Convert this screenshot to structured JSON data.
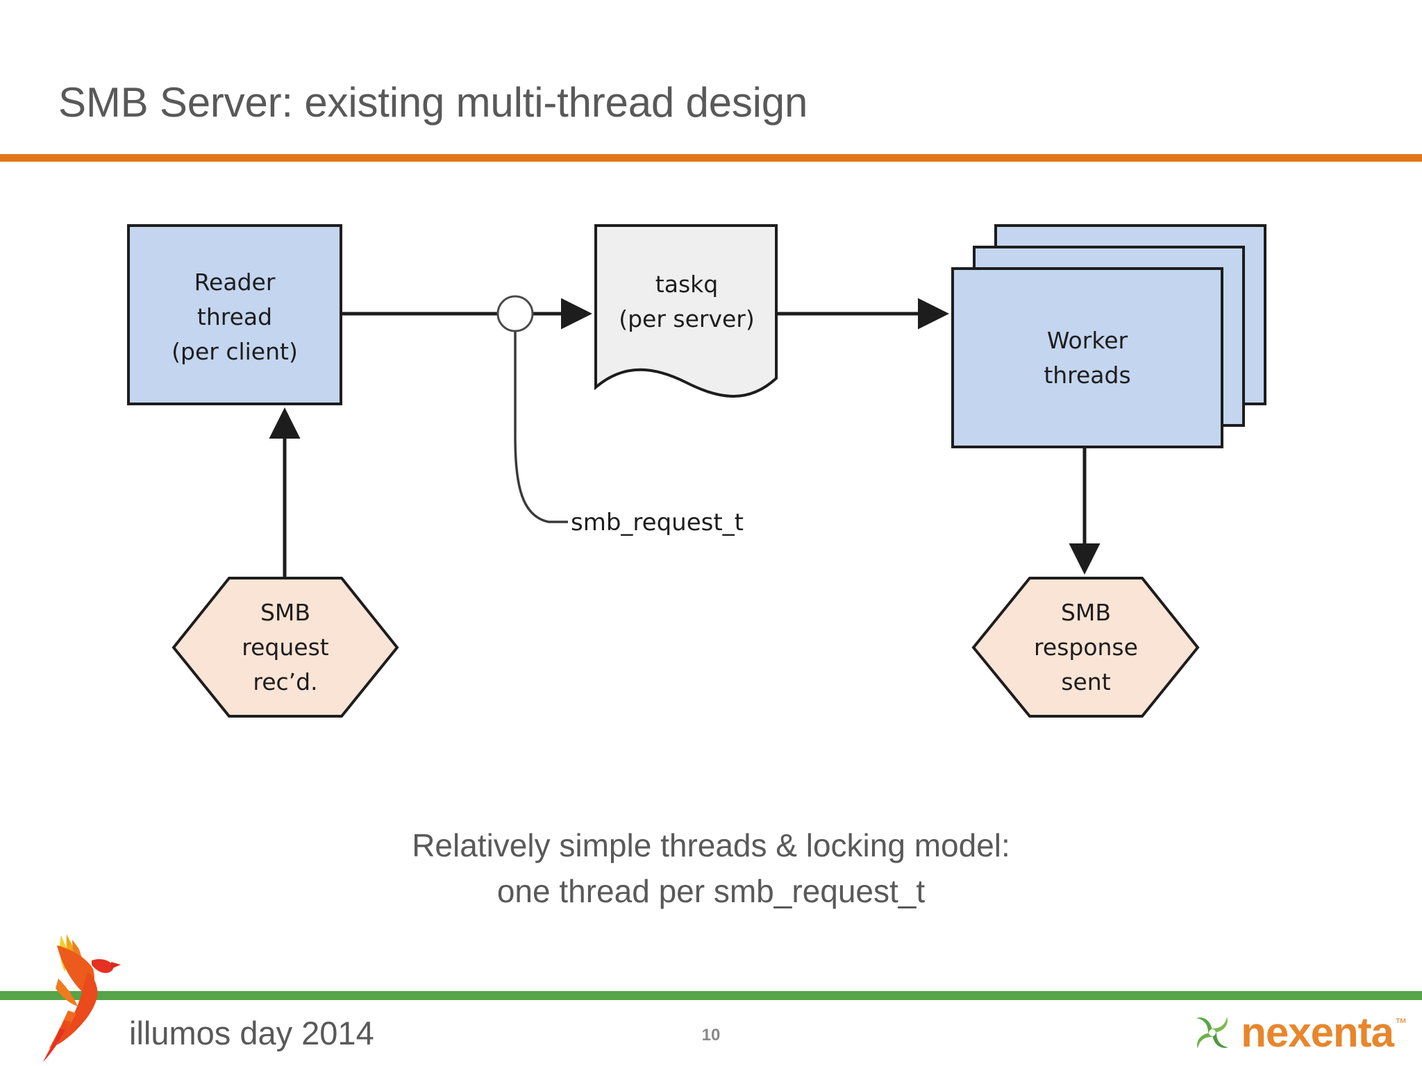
{
  "slide": {
    "title": "SMB Server: existing multi-thread design",
    "page_number": "10",
    "title_color": "#595959",
    "rule_color": "#e2761d"
  },
  "diagram": {
    "type": "flowchart",
    "nodes": [
      {
        "id": "reader-thread",
        "shape": "rectangle",
        "label": "Reader\nthread\n(per client)",
        "fill": "#c3d5ef",
        "stroke": "#1d1d1d"
      },
      {
        "id": "taskq",
        "shape": "document",
        "label": "taskq\n(per server)",
        "fill": "#efefef",
        "stroke": "#1d1d1d"
      },
      {
        "id": "worker-threads",
        "shape": "stacked-rectangle",
        "label": "Worker\nthreads",
        "fill": "#c3d5ef",
        "stroke": "#1d1d1d",
        "stack_count": 3
      },
      {
        "id": "smb-request-received",
        "shape": "hexagon",
        "label": "SMB\nrequest\nrec’d.",
        "fill": "#fae4d5",
        "stroke": "#1d1d1d"
      },
      {
        "id": "smb-response-sent",
        "shape": "hexagon",
        "label": "SMB\nresponse\nsent",
        "fill": "#fae4d5",
        "stroke": "#1d1d1d"
      }
    ],
    "annotations": [
      {
        "id": "smb-request-t",
        "label": "smb_request_t",
        "attached_to": "connector-circle"
      }
    ],
    "edges": [
      {
        "from": "smb-request-received",
        "to": "reader-thread",
        "arrow": true
      },
      {
        "from": "reader-thread",
        "to": "taskq",
        "arrow": true
      },
      {
        "from": "taskq",
        "to": "worker-threads",
        "arrow": true
      },
      {
        "from": "worker-threads",
        "to": "smb-response-sent",
        "arrow": true
      }
    ]
  },
  "caption": "Relatively simple threads & locking model:\none thread per smb_request_t",
  "footer": {
    "brand": "illumos day 2014",
    "rule_color": "#55a447",
    "company": "nexenta",
    "company_tm": "™",
    "company_color": "#e8862b"
  }
}
